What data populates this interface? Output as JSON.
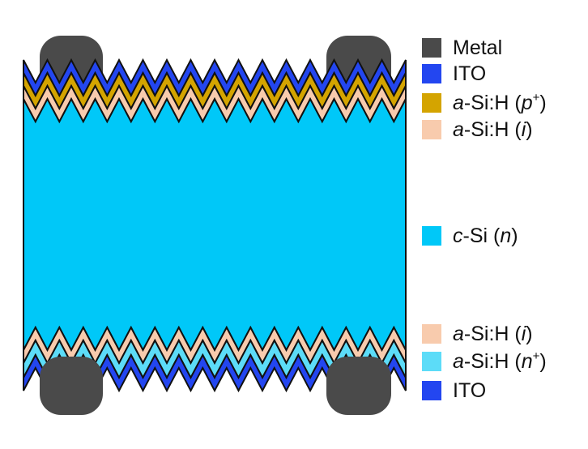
{
  "colors": {
    "metal": "#4a4a4a",
    "ito": "#2346f0",
    "p_plus": "#d4a400",
    "intrinsic": "#f8cbad",
    "c_si": "#00c8f8",
    "n_plus": "#5cdcf8",
    "outline": "#111111"
  },
  "legend": [
    {
      "key": "metal",
      "label": "Metal",
      "italic": "",
      "rest": "",
      "paren": "",
      "sup": ""
    },
    {
      "key": "ito",
      "label": "ITO",
      "italic": "",
      "rest": "",
      "paren": "",
      "sup": ""
    },
    {
      "key": "p_plus",
      "label": "a-Si:H (p+)",
      "italic": "a",
      "rest": "-Si:H (",
      "paren": "p",
      "sup": "+"
    },
    {
      "key": "intrinsic",
      "label": "a-Si:H (i)",
      "italic": "a",
      "rest": "-Si:H (",
      "paren": "i",
      "sup": ""
    },
    {
      "key": "c_si",
      "label": "c-Si (n)",
      "italic": "c",
      "rest": "-Si (",
      "paren": "n",
      "sup": ""
    },
    {
      "key": "intrinsic",
      "label": "a-Si:H (i)",
      "italic": "a",
      "rest": "-Si:H (",
      "paren": "i",
      "sup": ""
    },
    {
      "key": "n_plus",
      "label": "a-Si:H (n+)",
      "italic": "a",
      "rest": "-Si:H (",
      "paren": "n",
      "sup": "+"
    },
    {
      "key": "ito",
      "label": "ITO",
      "italic": "",
      "rest": "",
      "paren": "",
      "sup": ""
    }
  ]
}
